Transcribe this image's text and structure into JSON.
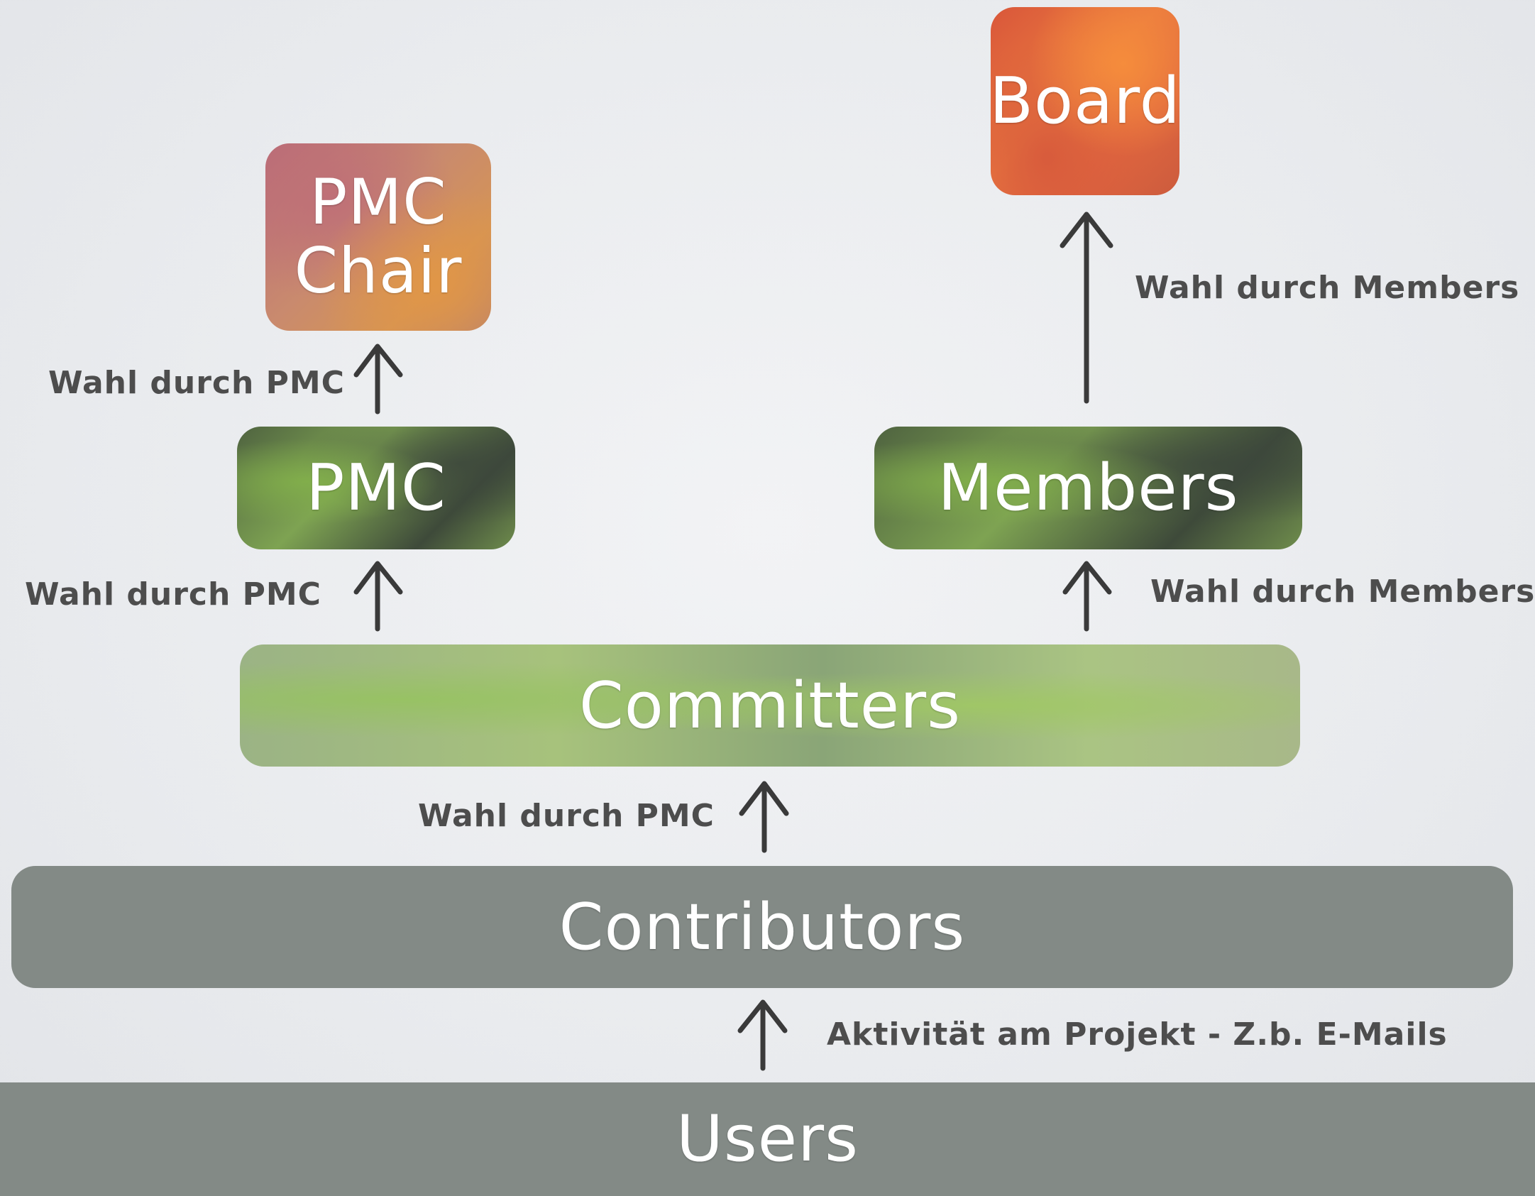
{
  "nodes": {
    "board": "Board",
    "pmc_chair_line1": "PMC",
    "pmc_chair_line2": "Chair",
    "pmc": "PMC",
    "members": "Members",
    "committers": "Committers",
    "contributors": "Contributors",
    "users": "Users"
  },
  "edges": {
    "members_to_board": "Wahl durch Members",
    "pmc_to_chair": "Wahl durch PMC",
    "committers_to_pmc": "Wahl durch PMC",
    "committers_to_members": "Wahl durch Members",
    "contributors_to_committers": "Wahl durch PMC",
    "users_to_contributors": "Aktivität am Projekt - Z.b. E-Mails"
  },
  "colors": {
    "board": "#e0673f",
    "pmc_chair": "#c98a6e",
    "leaf_green": "#7da150",
    "contributors": "#838a86",
    "users": "#838a86",
    "arrow": "#3a3a3a",
    "label_text": "#4d4d4d"
  }
}
